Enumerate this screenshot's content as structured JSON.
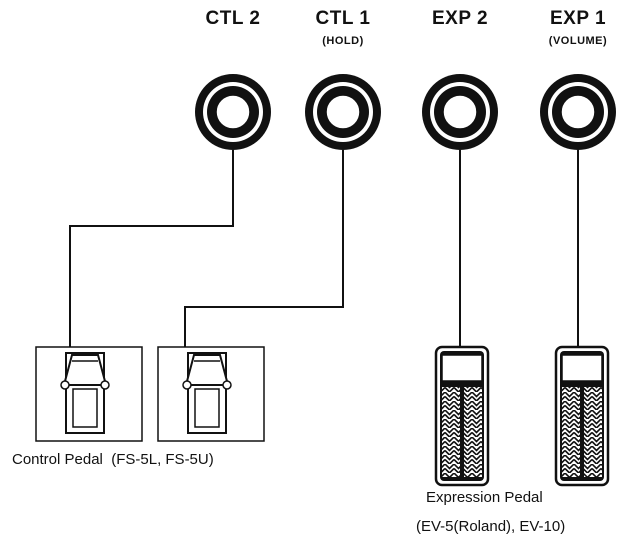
{
  "jacks": [
    {
      "id": "ctl2",
      "title": "CTL 2",
      "sub": ""
    },
    {
      "id": "ctl1",
      "title": "CTL 1",
      "sub": "(HOLD)"
    },
    {
      "id": "exp2",
      "title": "EXP 2",
      "sub": ""
    },
    {
      "id": "exp1",
      "title": "EXP 1",
      "sub": "(VOLUME)"
    }
  ],
  "captions": {
    "control_pedal": "Control Pedal  (FS-5L, FS-5U)",
    "expression_pedal": "Expression Pedal",
    "expression_models": "(EV-5(Roland), EV-10)"
  },
  "colors": {
    "ink": "#111111",
    "paper": "#ffffff"
  }
}
